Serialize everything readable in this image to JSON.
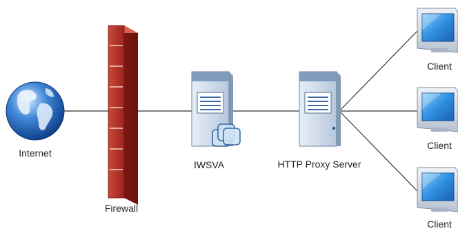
{
  "nodes": {
    "internet": {
      "label": "Internet",
      "icon": "globe-icon"
    },
    "firewall": {
      "label": "Firewall",
      "icon": "brick-wall-icon"
    },
    "iwsva": {
      "label": "IWSVA",
      "icon": "server-icon"
    },
    "proxy": {
      "label": "HTTP Proxy Server",
      "icon": "server-icon"
    },
    "clients": [
      {
        "label": "Client",
        "icon": "monitor-icon"
      },
      {
        "label": "Client",
        "icon": "monitor-icon"
      },
      {
        "label": "Client",
        "icon": "monitor-icon"
      }
    ]
  },
  "colors": {
    "firewall": "#b8332a",
    "server_body": "#c9d6e6",
    "screen": "#2f8fe0",
    "link": "#333333"
  }
}
